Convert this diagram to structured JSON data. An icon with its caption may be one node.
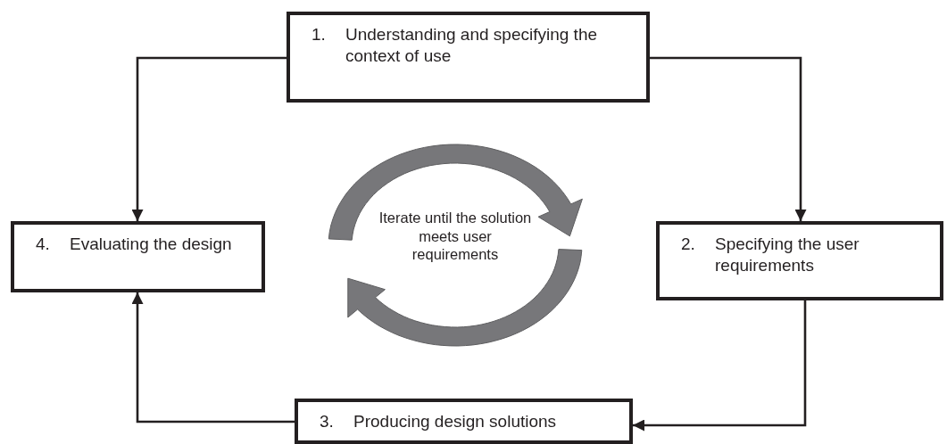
{
  "diagram": {
    "nodes": [
      {
        "text": [
          "1.",
          "Understanding and specifying the context of use"
        ]
      },
      {
        "text": [
          "2.",
          "Specifying the user requirements"
        ]
      },
      {
        "text": [
          "3.",
          "Producing design solutions"
        ]
      },
      {
        "text": [
          "4.",
          "Evaluating the design"
        ]
      }
    ],
    "edges": [
      {
        "from": 0,
        "to": 1,
        "arrow": "to"
      },
      {
        "from": 1,
        "to": 2,
        "arrow": "to"
      },
      {
        "from": 2,
        "to": 3,
        "arrow": "to"
      },
      {
        "from": 0,
        "to": 3,
        "arrow": "to"
      }
    ],
    "labels": [
      "Iterate until the solution meets user requirements"
    ]
  }
}
